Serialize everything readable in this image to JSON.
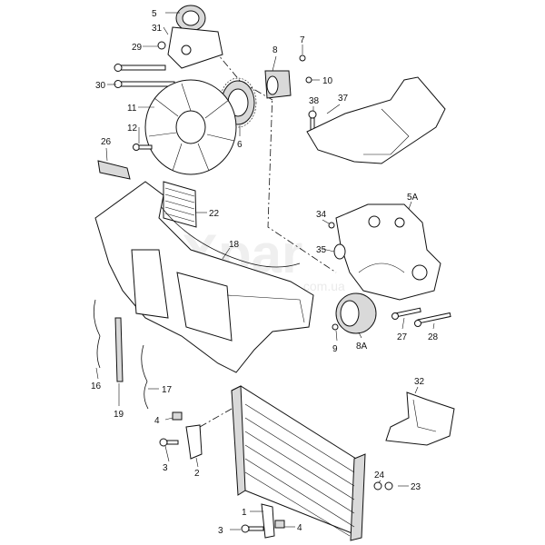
{
  "watermark": {
    "main": "Xpar",
    "sub": ".com.ua"
  },
  "callouts": {
    "c5": "5",
    "c31": "31",
    "c29": "29",
    "c30": "30",
    "c8": "8",
    "c7": "7",
    "c10": "10",
    "c11": "11",
    "c12": "12",
    "c6": "6",
    "c38": "38",
    "c37": "37",
    "c26": "26",
    "c22": "22",
    "c18": "18",
    "c5A": "5A",
    "c34": "34",
    "c35": "35",
    "c9": "9",
    "c8A": "8A",
    "c27": "27",
    "c28": "28",
    "c16": "16",
    "c19": "19",
    "c17": "17",
    "c32": "32",
    "c4a": "4",
    "c3a": "3",
    "c2": "2",
    "c24": "24",
    "c23": "23",
    "c1": "1",
    "c3b": "3",
    "c4b": "4"
  }
}
